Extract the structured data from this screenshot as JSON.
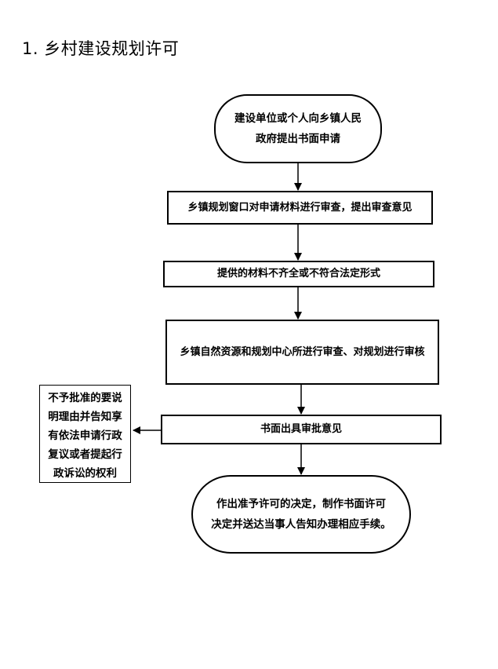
{
  "title": "1. 乡村建设规划许可",
  "nodes": {
    "start": "建设单位或个人向乡镇人民\n政府提出书面申请",
    "window_review": "乡镇规划窗口对申请材料进行审查，提出审查意见",
    "materials_incomplete": "提供的材料不齐全或不符合法定形式",
    "center_review": "乡镇自然资源和规划中心所进行审查、对规划进行审核",
    "written_opinion": "书面出具审批意见",
    "approve_decision": "作出准予许可的决定，制作书面许可\n决定并送达当事人告知办理相应手续。"
  },
  "side_note": "不予批准的要说\n明理由并告知享\n有依法申请行政\n复议或者提起行\n政诉讼的权利"
}
